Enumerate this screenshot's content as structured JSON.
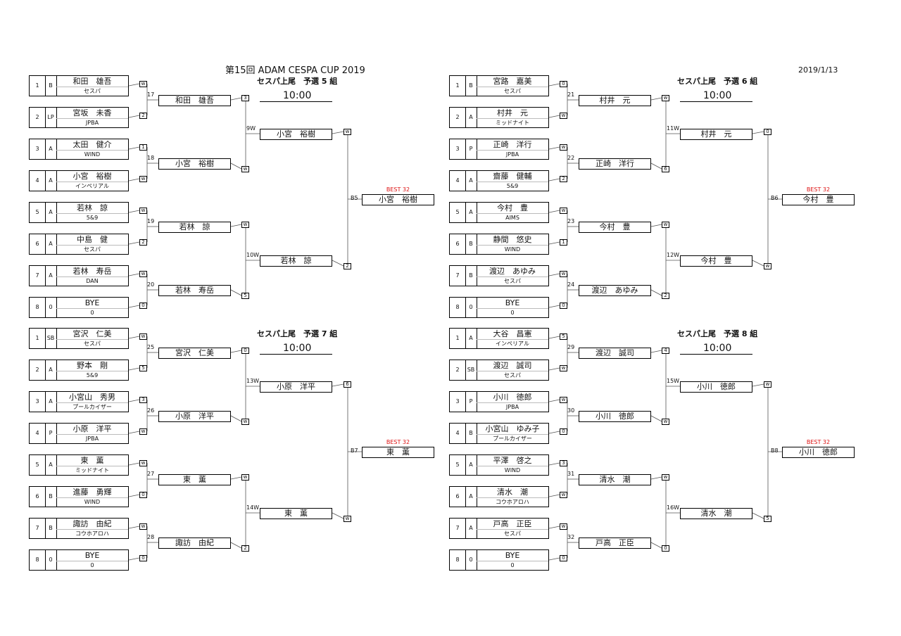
{
  "header": {
    "title": "第15回  ADAM CESPA CUP 2019",
    "date": "2019/1/13"
  },
  "blocks": [
    {
      "name": "セスパ上尾　予選 5 組",
      "time": "10:00",
      "players": [
        {
          "seed": "1",
          "cls": "B",
          "name": "和田　雄吾",
          "club": "セスパ",
          "score": "w"
        },
        {
          "seed": "2",
          "cls": "LP",
          "name": "宮坂　未香",
          "club": "JPBA",
          "score": "2"
        },
        {
          "seed": "3",
          "cls": "A",
          "name": "太田　健介",
          "club": "WIND",
          "score": "1"
        },
        {
          "seed": "4",
          "cls": "A",
          "name": "小宮　裕樹",
          "club": "インペリアル",
          "score": "w"
        },
        {
          "seed": "5",
          "cls": "A",
          "name": "若林　諒",
          "club": "5&9",
          "score": "w"
        },
        {
          "seed": "6",
          "cls": "A",
          "name": "中島　健",
          "club": "セスパ",
          "score": "2"
        },
        {
          "seed": "7",
          "cls": "A",
          "name": "若林　寿岳",
          "club": "DAN",
          "score": "w"
        },
        {
          "seed": "8",
          "cls": "0",
          "name": "BYE",
          "club": "0",
          "score": "0"
        }
      ],
      "r1": [
        {
          "num": "17",
          "name": "和田　雄吾",
          "score": "3"
        },
        {
          "num": "18",
          "name": "小宮　裕樹",
          "score": "w"
        },
        {
          "num": "19",
          "name": "若林　諒",
          "score": "w"
        },
        {
          "num": "20",
          "name": "若林　寿岳",
          "score": "5"
        }
      ],
      "r2": [
        {
          "num": "9W",
          "name": "小宮　裕樹",
          "score": "w"
        },
        {
          "num": "10W",
          "name": "若林　諒",
          "score": "2"
        }
      ],
      "final": {
        "num": "B5",
        "best": "BEST 32",
        "name": "小宮　裕樹"
      }
    },
    {
      "name": "セスパ上尾　予選 6 組",
      "time": "10:00",
      "players": [
        {
          "seed": "1",
          "cls": "B",
          "name": "宮路　嘉美",
          "club": "セスパ",
          "score": "0"
        },
        {
          "seed": "2",
          "cls": "A",
          "name": "村井　元",
          "club": "ミッドナイト",
          "score": "w"
        },
        {
          "seed": "3",
          "cls": "P",
          "name": "正崎　洋行",
          "club": "JPBA",
          "score": "w"
        },
        {
          "seed": "4",
          "cls": "A",
          "name": "齋藤　健輔",
          "club": "5&9",
          "score": "2"
        },
        {
          "seed": "5",
          "cls": "A",
          "name": "今村　豊",
          "club": "AIMS",
          "score": "w"
        },
        {
          "seed": "6",
          "cls": "B",
          "name": "静間　悠史",
          "club": "WIND",
          "score": "1"
        },
        {
          "seed": "7",
          "cls": "B",
          "name": "渡辺　あゆみ",
          "club": "セスパ",
          "score": "w"
        },
        {
          "seed": "8",
          "cls": "0",
          "name": "BYE",
          "club": "0",
          "score": "0"
        }
      ],
      "r1": [
        {
          "num": "21",
          "name": "村井　元",
          "score": "w"
        },
        {
          "num": "22",
          "name": "正崎　洋行",
          "score": "6"
        },
        {
          "num": "23",
          "name": "今村　豊",
          "score": "w"
        },
        {
          "num": "24",
          "name": "渡辺　あゆみ",
          "score": "2"
        }
      ],
      "r2": [
        {
          "num": "11W",
          "name": "村井　元",
          "score": "0"
        },
        {
          "num": "12W",
          "name": "今村　豊",
          "score": "w"
        }
      ],
      "final": {
        "num": "B6",
        "best": "BEST 32",
        "name": "今村　豊"
      }
    },
    {
      "name": "セスパ上尾　予選 7 組",
      "time": "10:00",
      "players": [
        {
          "seed": "1",
          "cls": "SB",
          "name": "宮沢　仁美",
          "club": "セスパ",
          "score": "w"
        },
        {
          "seed": "2",
          "cls": "A",
          "name": "野本　剛",
          "club": "5&9",
          "score": "5"
        },
        {
          "seed": "3",
          "cls": "A",
          "name": "小宮山　秀男",
          "club": "プールカイザー",
          "score": "3"
        },
        {
          "seed": "4",
          "cls": "P",
          "name": "小原　洋平",
          "club": "JPBA",
          "score": "w"
        },
        {
          "seed": "5",
          "cls": "A",
          "name": "東　薫",
          "club": "ミッドナイト",
          "score": "w"
        },
        {
          "seed": "6",
          "cls": "B",
          "name": "進藤　勇輝",
          "club": "WIND",
          "score": "0"
        },
        {
          "seed": "7",
          "cls": "B",
          "name": "諏訪　由紀",
          "club": "コウホアロハ",
          "score": "w"
        },
        {
          "seed": "8",
          "cls": "0",
          "name": "BYE",
          "club": "0",
          "score": "0"
        }
      ],
      "r1": [
        {
          "num": "25",
          "name": "宮沢　仁美",
          "score": "0"
        },
        {
          "num": "26",
          "name": "小原　洋平",
          "score": "w"
        },
        {
          "num": "27",
          "name": "東　薫",
          "score": "w"
        },
        {
          "num": "28",
          "name": "諏訪　由紀",
          "score": "2"
        }
      ],
      "r2": [
        {
          "num": "13W",
          "name": "小原　洋平",
          "score": "6"
        },
        {
          "num": "14W",
          "name": "東　薫",
          "score": "w"
        }
      ],
      "final": {
        "num": "B7",
        "best": "BEST 32",
        "name": "東　薫"
      }
    },
    {
      "name": "セスパ上尾　予選 8 組",
      "time": "10:00",
      "players": [
        {
          "seed": "1",
          "cls": "A",
          "name": "大谷　昌憲",
          "club": "インペリアル",
          "score": "5"
        },
        {
          "seed": "2",
          "cls": "SB",
          "name": "渡辺　誠司",
          "club": "セスパ",
          "score": "w"
        },
        {
          "seed": "3",
          "cls": "P",
          "name": "小川　徳郎",
          "club": "JPBA",
          "score": "w"
        },
        {
          "seed": "4",
          "cls": "B",
          "name": "小宮山　ゆみ子",
          "club": "プールカイザー",
          "score": "0"
        },
        {
          "seed": "5",
          "cls": "A",
          "name": "平澤　啓之",
          "club": "WIND",
          "score": "3"
        },
        {
          "seed": "6",
          "cls": "A",
          "name": "清水　潮",
          "club": "コウホアロハ",
          "score": "w"
        },
        {
          "seed": "7",
          "cls": "A",
          "name": "戸高　正臣",
          "club": "セスパ",
          "score": "w"
        },
        {
          "seed": "8",
          "cls": "0",
          "name": "BYE",
          "club": "0",
          "score": "0"
        }
      ],
      "r1": [
        {
          "num": "29",
          "name": "渡辺　誠司",
          "score": "4"
        },
        {
          "num": "30",
          "name": "小川　徳郎",
          "score": "w"
        },
        {
          "num": "31",
          "name": "清水　潮",
          "score": "w"
        },
        {
          "num": "32",
          "name": "戸高　正臣",
          "score": "0"
        }
      ],
      "r2": [
        {
          "num": "15W",
          "name": "小川　徳郎",
          "score": "w"
        },
        {
          "num": "16W",
          "name": "清水　潮",
          "score": "5"
        }
      ],
      "final": {
        "num": "B8",
        "best": "BEST 32",
        "name": "小川　徳郎"
      }
    }
  ]
}
